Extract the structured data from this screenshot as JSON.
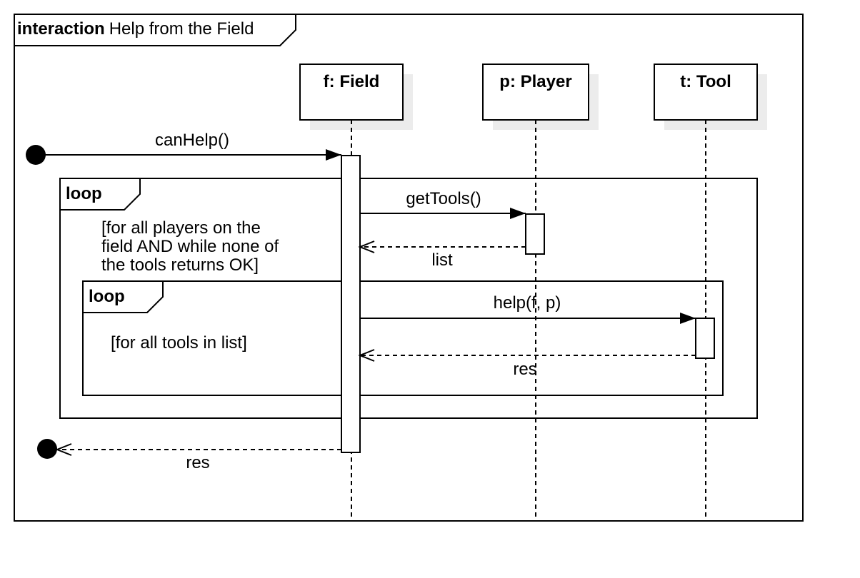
{
  "diagram": {
    "frame": {
      "keyword": "interaction",
      "name": "Help from the Field"
    },
    "lifelines": [
      {
        "id": "field",
        "label": "f: Field"
      },
      {
        "id": "player",
        "label": "p: Player"
      },
      {
        "id": "tool",
        "label": "t: Tool"
      }
    ],
    "messages": {
      "canHelp": "canHelp()",
      "getTools": "getTools()",
      "list": "list",
      "help": "help(f, p)",
      "res_inner": "res",
      "res_outer": "res"
    },
    "fragments": {
      "outer": {
        "operator": "loop",
        "guard_lines": [
          "[for all players on the",
          "field AND while none of",
          "the tools returns OK]"
        ]
      },
      "inner": {
        "operator": "loop",
        "guard_lines": [
          "[for all tools in list]"
        ]
      }
    }
  }
}
